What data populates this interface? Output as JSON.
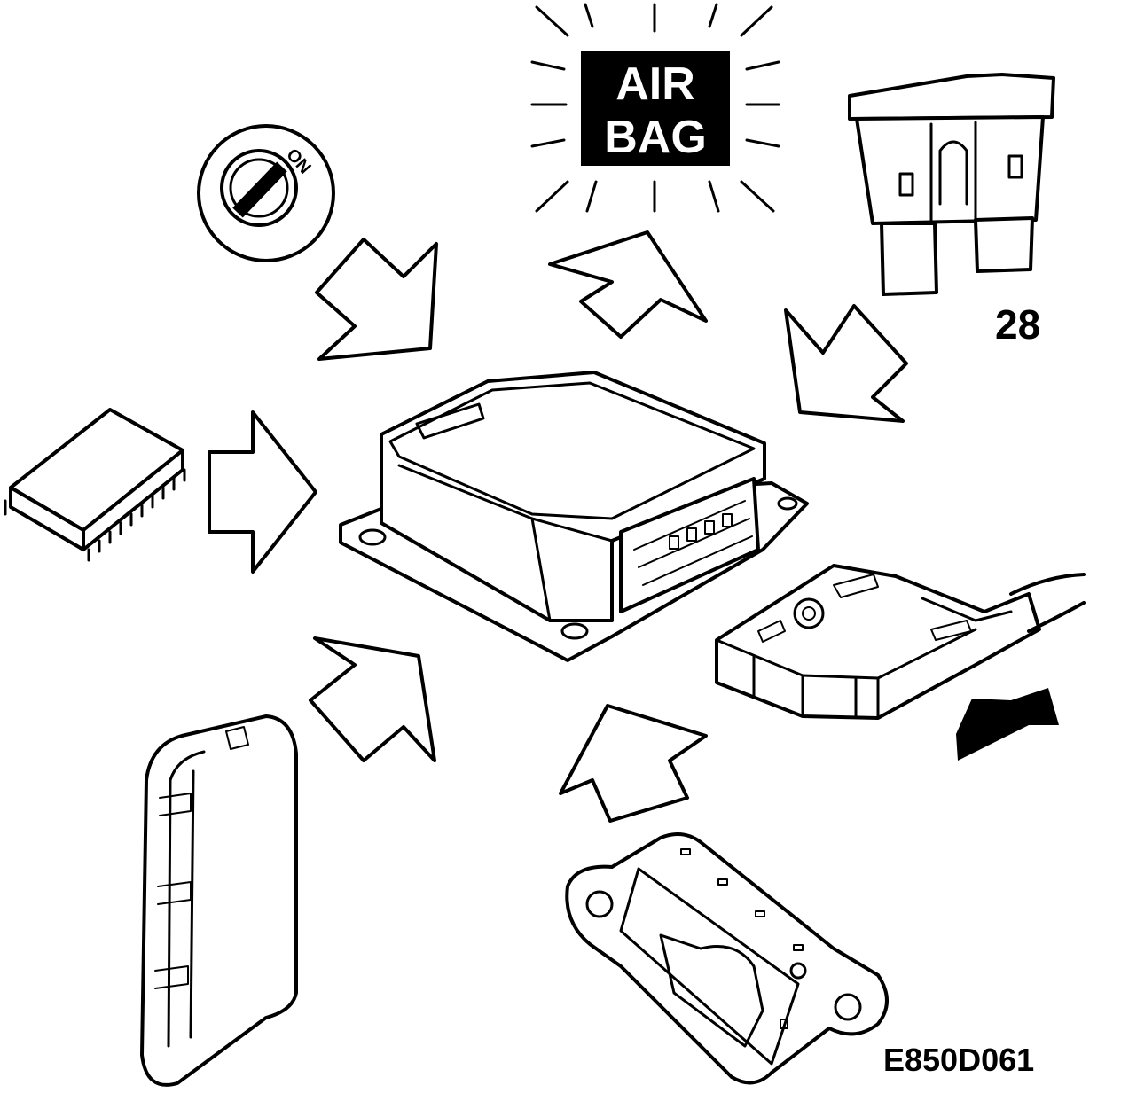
{
  "warning_lamp": {
    "line1": "AIR",
    "line2": "BAG"
  },
  "ignition": {
    "position_label": "ON"
  },
  "fuse": {
    "number": "28"
  },
  "figure": {
    "reference_code": "E850D061"
  }
}
